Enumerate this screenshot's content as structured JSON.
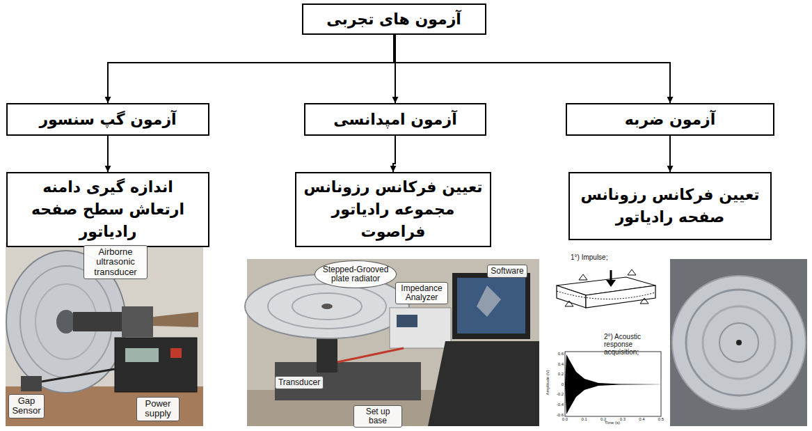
{
  "diagram": {
    "nodes": [
      {
        "text": [
          "آزمون های تجربی"
        ]
      },
      {
        "text": [
          "آزمون گپ سنسور"
        ]
      },
      {
        "text": [
          "آزمون امپدانسی"
        ]
      },
      {
        "text": [
          "آزمون ضربه"
        ]
      },
      {
        "text": [
          "اندازه گیری دامنه ارتعاش سطح صفحه رادیاتور"
        ]
      },
      {
        "text": [
          "تعیین فرکانس رزونانس مجموعه رادیاتور فراصوت"
        ]
      },
      {
        "text": [
          "تعیین فرکانس رزونانس صفحه رادیاتور"
        ]
      }
    ],
    "edges": [
      {
        "from": 0,
        "to": 1,
        "arrow": "to"
      },
      {
        "from": 0,
        "to": 2,
        "arrow": "to"
      },
      {
        "from": 0,
        "to": 3,
        "arrow": "to"
      },
      {
        "from": 1,
        "to": 4,
        "arrow": "to"
      },
      {
        "from": 2,
        "to": 5,
        "arrow": "to"
      },
      {
        "from": 3,
        "to": 6,
        "arrow": "to"
      }
    ],
    "labels": [
      "Airborne ultrasonic transducer",
      "Gap Sensor",
      "Power supply",
      "Stepped-Grooved plate radiator",
      "Impedance Analyzer",
      "Software",
      "Transducer",
      "Set up base",
      "1°) Impulse;",
      "2°) Acoustic response acquisition;",
      "Amplitude (V)",
      "Time (s)",
      "0.6",
      "0.4",
      "0.2",
      "0",
      "-0.2",
      "-0.4",
      "-0.6",
      "0.0",
      "0.1",
      "0.2",
      "0.3",
      "0.4",
      "0.5"
    ]
  }
}
